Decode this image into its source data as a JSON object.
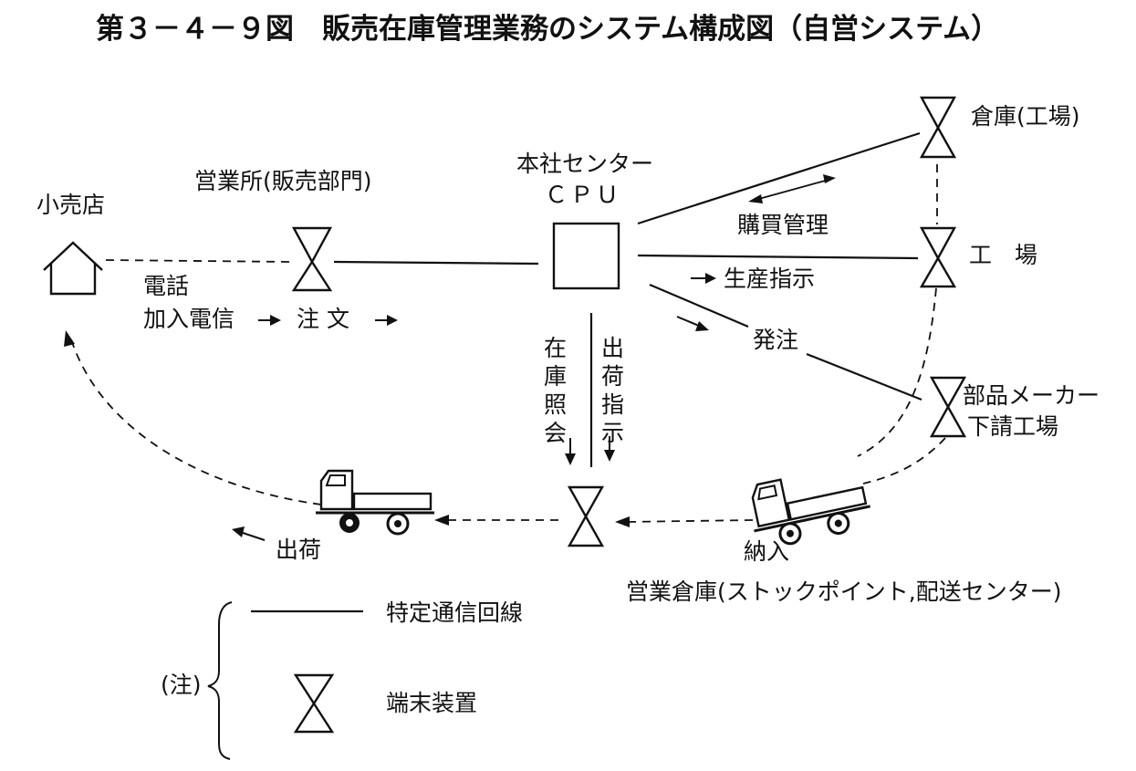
{
  "title": "第３－４－９図　販売在庫管理業務のシステム構成図（自営システム）",
  "nodes": {
    "retail_store": "小売店",
    "sales_office": "営業所(販売部門)",
    "hq_center_line1": "本社センター",
    "hq_center_line2": "ＣＰＵ",
    "warehouse_factory": "倉庫(工場)",
    "factory": "工　場",
    "parts_maker_line1": "部品メーカー",
    "parts_maker_line2": "下請工場",
    "sales_warehouse": "営業倉庫(ストックポイント,配送センター)"
  },
  "labels": {
    "phone": "電話",
    "subscriber_telegraph": "加入電信",
    "order": "注 文",
    "purchase_management": "購買管理",
    "production_instruction": "生産指示",
    "purchase_order": "発注",
    "inventory_inquiry": "在庫照会",
    "shipping_instruction": "出荷指示",
    "delivery_in": "納入",
    "shipping_out": "出荷"
  },
  "legend": {
    "note": "(注)",
    "dedicated_line": "特定通信回線",
    "terminal_device": "端末装置"
  }
}
